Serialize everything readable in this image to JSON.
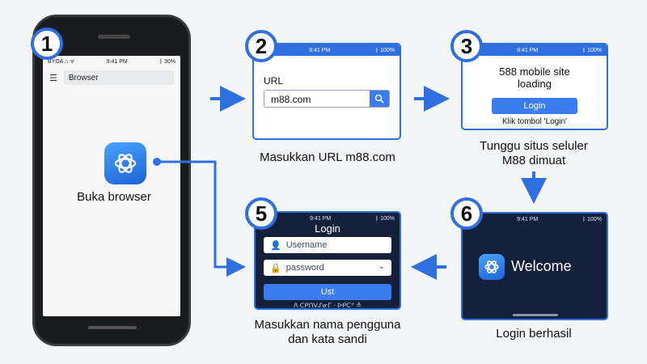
{
  "steps": [
    "1",
    "2",
    "3",
    "5",
    "6"
  ],
  "phone": {
    "status_left": "BYOA ⌂ ᯤ",
    "status_time": "9:41 PM",
    "status_right": "ᛒ 30%",
    "address": "Browser",
    "icon": "openai-logo-icon"
  },
  "captions": {
    "step1": "Buka browser",
    "step2": "Masukkan URL m88.com",
    "step3_line1": "Tunggu situs seluler",
    "step3_line2": "M88 dimuat",
    "step5_line1": "Masukkan nama pengguna",
    "step5_line2": "dan kata sandi",
    "step6": "Login berhasil"
  },
  "card2": {
    "status_time": "9:41 PM",
    "status_right": "ᛒ 100%",
    "label": "URL",
    "url_value": "m88.com"
  },
  "card3": {
    "status_time": "9:41 PM",
    "status_right": "ᛒ 100%",
    "title_line1": "588 mobile site",
    "title_line2": "loading",
    "button": "Login",
    "hint": "Klik tombol 'Login'"
  },
  "card5": {
    "status_time": "9:41 PM",
    "status_right": "ᛒ 100%",
    "title": "Login",
    "username_placeholder": "Username",
    "password_placeholder": "password",
    "button": "Ust",
    "footer": "ᐱ ᑕᑭᑎᐯᔑᓂᒥ · ᐅᑭᑕᕝ ≛"
  },
  "card6": {
    "status_time": "9:41 PM",
    "status_right": "ᛒ 100%",
    "welcome": "Welcome"
  },
  "colors": {
    "accent": "#2f6fe0",
    "dark_card": "#15203a"
  }
}
